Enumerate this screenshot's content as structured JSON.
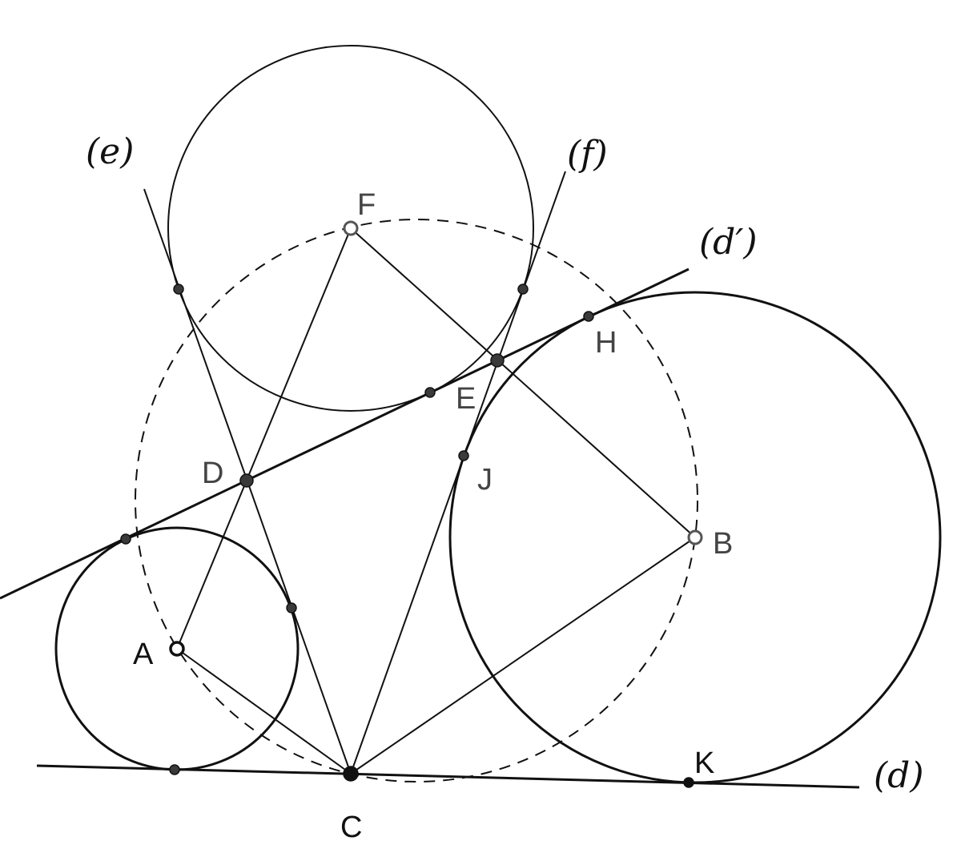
{
  "diagram": {
    "points": {
      "A": "A",
      "B": "B",
      "C": "C",
      "D": "D",
      "E": "E",
      "F": "F",
      "H": "H",
      "J": "J",
      "K": "K"
    },
    "lines": {
      "d": "(d)",
      "d_prime": "(d′)",
      "e": "(e)",
      "f": "(f)"
    },
    "colors": {
      "stroke": "#111111",
      "point_fill": "#3a3a3a",
      "label": "#444444"
    }
  }
}
